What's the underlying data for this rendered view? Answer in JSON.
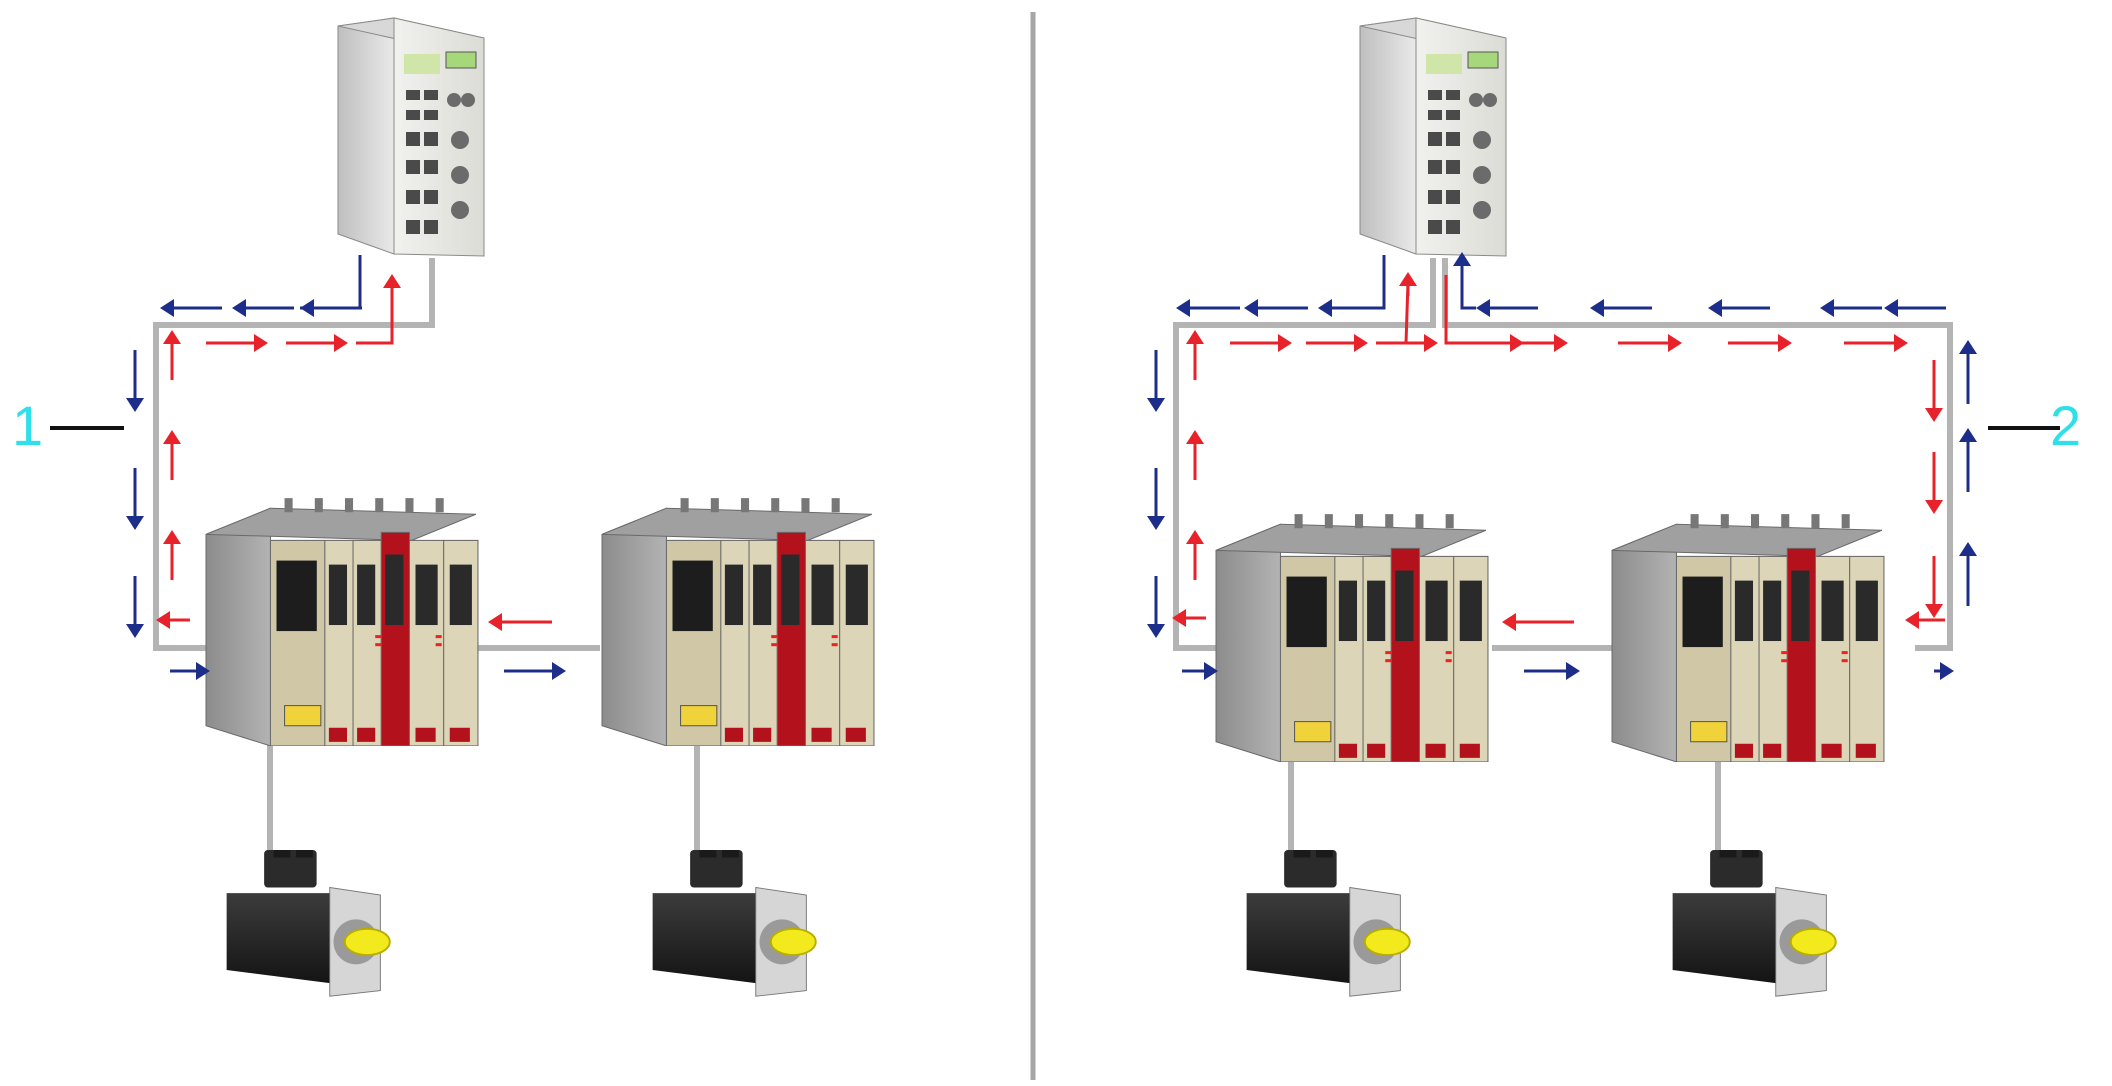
{
  "callouts": [
    {
      "id": "1",
      "label": "1"
    },
    {
      "id": "2",
      "label": "2"
    }
  ],
  "colors": {
    "cable": "#b4b4b4",
    "divider": "#a6a6a6",
    "arrow_forward": "#e8222a",
    "arrow_return": "#1c2d8a",
    "callout_text": "#2fe0ea",
    "callout_line": "#111111",
    "motor_shaft": "#f2ea1c"
  },
  "panels": [
    {
      "name": "line-topology",
      "drives": 2,
      "motors": 2,
      "controller": "motion-controller"
    },
    {
      "name": "ring-topology",
      "drives": 2,
      "motors": 2,
      "controller": "motion-controller"
    }
  ]
}
